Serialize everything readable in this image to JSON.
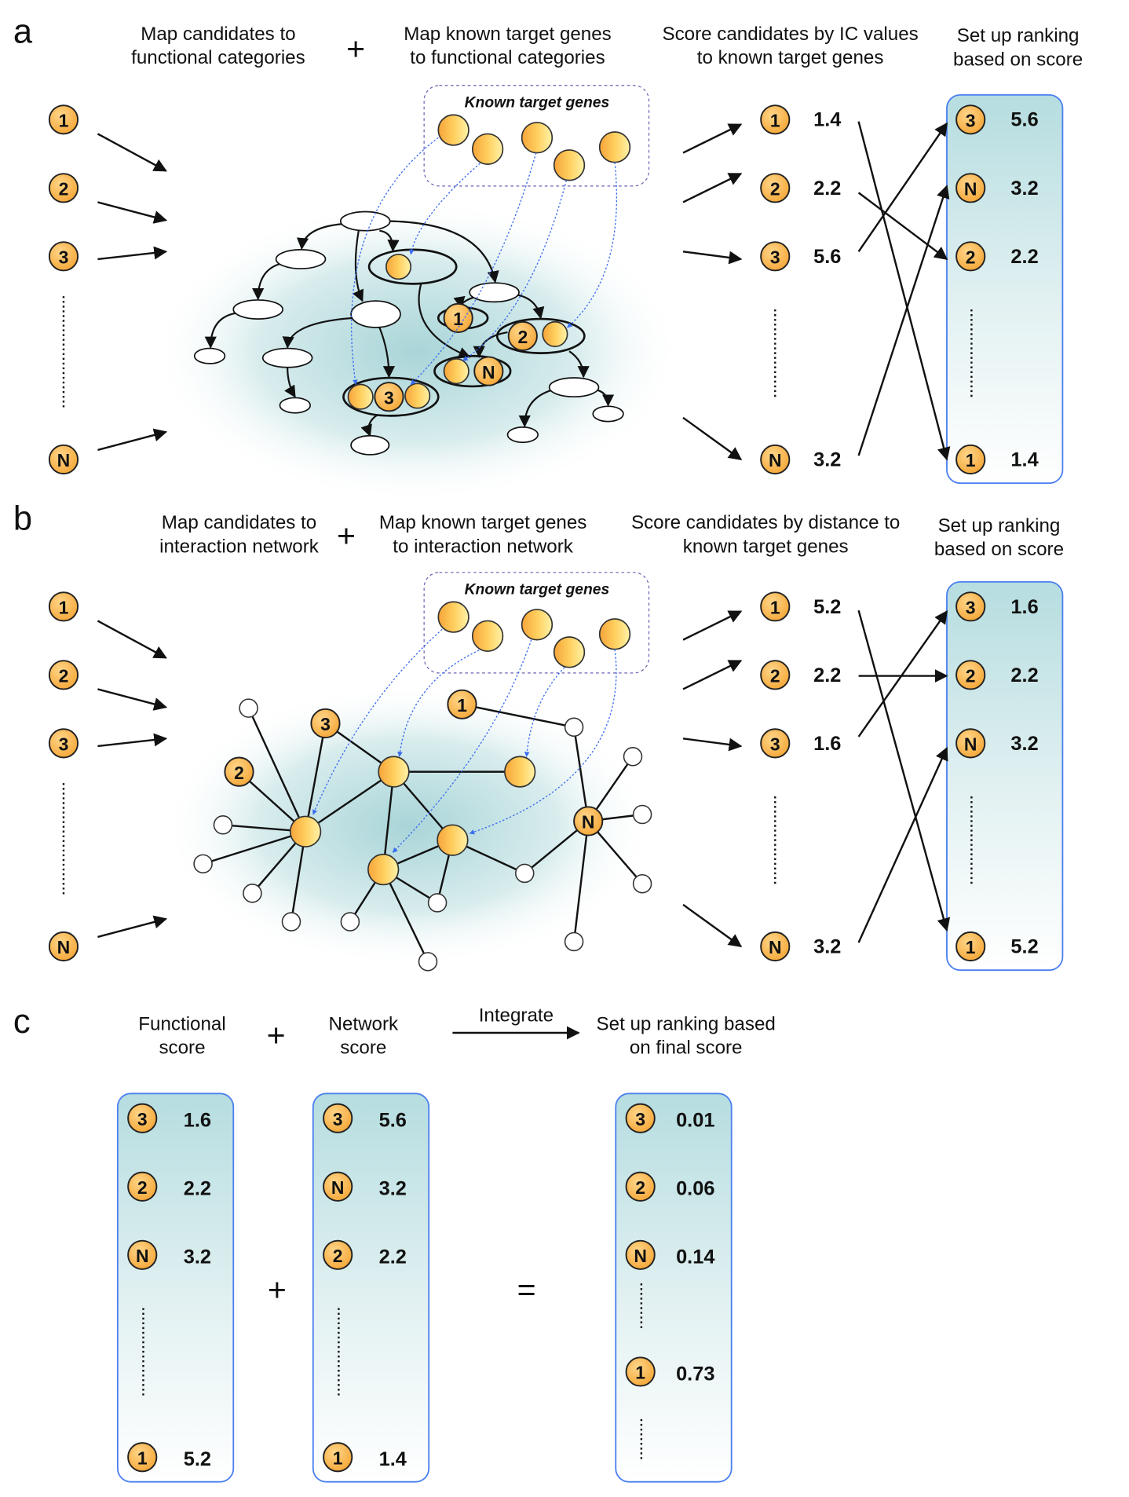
{
  "panel_a": {
    "label": "a",
    "headers": [
      [
        "Map candidates to",
        "functional categories"
      ],
      [
        "Map known target genes",
        "to functional categories"
      ],
      [
        "Score candidates by IC values",
        "to known target genes"
      ],
      [
        "Set up ranking",
        "based on score"
      ]
    ],
    "plus": "+",
    "known_title": "Known target genes",
    "candidates": [
      "1",
      "2",
      "3",
      "N"
    ],
    "network_badges": [
      "1",
      "2",
      "N",
      "3"
    ],
    "scores": [
      {
        "id": "1",
        "score": "1.4"
      },
      {
        "id": "2",
        "score": "2.2"
      },
      {
        "id": "3",
        "score": "5.6"
      },
      {
        "id": "N",
        "score": "3.2"
      }
    ],
    "ranking": [
      {
        "id": "3",
        "score": "5.6"
      },
      {
        "id": "N",
        "score": "3.2"
      },
      {
        "id": "2",
        "score": "2.2"
      },
      {
        "id": "1",
        "score": "1.4"
      }
    ]
  },
  "panel_b": {
    "label": "b",
    "headers": [
      [
        "Map candidates to",
        "interaction network"
      ],
      [
        "Map known target genes",
        "to interaction network"
      ],
      [
        "Score candidates by distance to",
        "known target genes"
      ],
      [
        "Set up ranking",
        "based on score"
      ]
    ],
    "plus": "+",
    "known_title": "Known target genes",
    "candidates": [
      "1",
      "2",
      "3",
      "N"
    ],
    "network_badges": [
      "3",
      "2",
      "1",
      "N"
    ],
    "scores": [
      {
        "id": "1",
        "score": "5.2"
      },
      {
        "id": "2",
        "score": "2.2"
      },
      {
        "id": "3",
        "score": "1.6"
      },
      {
        "id": "N",
        "score": "3.2"
      }
    ],
    "ranking": [
      {
        "id": "3",
        "score": "1.6"
      },
      {
        "id": "2",
        "score": "2.2"
      },
      {
        "id": "N",
        "score": "3.2"
      },
      {
        "id": "1",
        "score": "5.2"
      }
    ]
  },
  "panel_c": {
    "label": "c",
    "headers": [
      [
        "Functional",
        "score"
      ],
      [
        "Network",
        "score"
      ],
      [
        "Set up ranking based",
        "on final score"
      ]
    ],
    "integrate": "Integrate",
    "plus": "+",
    "equals": "=",
    "functional": [
      {
        "id": "3",
        "score": "1.6"
      },
      {
        "id": "2",
        "score": "2.2"
      },
      {
        "id": "N",
        "score": "3.2"
      },
      {
        "id": "1",
        "score": "5.2"
      }
    ],
    "network": [
      {
        "id": "3",
        "score": "5.6"
      },
      {
        "id": "N",
        "score": "3.2"
      },
      {
        "id": "2",
        "score": "2.2"
      },
      {
        "id": "1",
        "score": "1.4"
      }
    ],
    "final": [
      {
        "id": "3",
        "score": "0.01"
      },
      {
        "id": "2",
        "score": "0.06"
      },
      {
        "id": "N",
        "score": "0.14"
      },
      {
        "id": "1",
        "score": "0.73"
      }
    ]
  },
  "colors": {
    "badge": "#f9b44a",
    "ranking_box_top": "#b9dfe2",
    "ranking_box_border": "#4a7ff0",
    "mapping_line": "#3a6cf0"
  }
}
